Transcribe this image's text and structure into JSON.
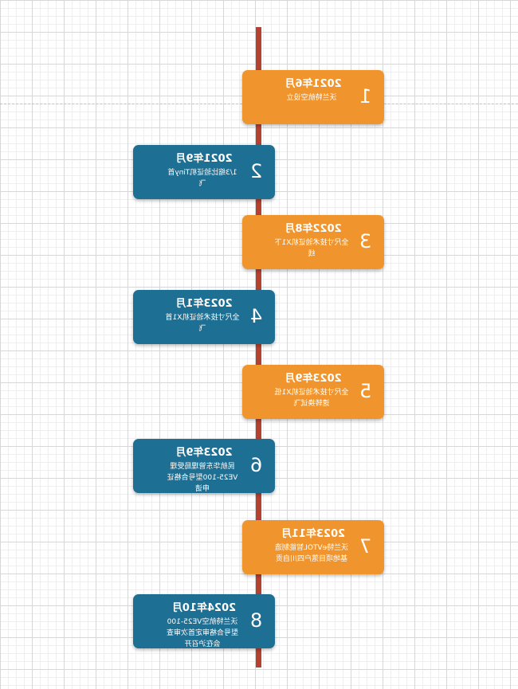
{
  "colors": {
    "timeline": "#b5412f",
    "orange": "#f0952d",
    "blue": "#1d6f93"
  },
  "events": [
    {
      "num": "1",
      "date": "2021年6月",
      "desc": "沃兰特航空设立",
      "color": "orange"
    },
    {
      "num": "2",
      "date": "2021年9月",
      "desc": "1/3缩比验证机Tiny首飞",
      "color": "blue"
    },
    {
      "num": "3",
      "date": "2022年8月",
      "desc": "全尺寸技术验证机X1下线",
      "color": "orange"
    },
    {
      "num": "4",
      "date": "2023年1月",
      "desc": "全尺寸技术验证机X1首飞",
      "color": "blue"
    },
    {
      "num": "5",
      "date": "2023年9月",
      "desc": "全尺寸技术验证机X1低速转换试飞",
      "color": "orange"
    },
    {
      "num": "6",
      "date": "2023年9月",
      "desc": "民航华东管理局受理VE25-100型号合格证申请",
      "color": "blue"
    },
    {
      "num": "7",
      "date": "2023年11月",
      "desc": "沃兰特eVTOL智能制造基地项目落户四川自贡",
      "color": "orange"
    },
    {
      "num": "8",
      "date": "2024年10月",
      "desc": "沃兰特航空VE25-100型号合格审定首次审查会在沪召开",
      "color": "blue"
    }
  ]
}
